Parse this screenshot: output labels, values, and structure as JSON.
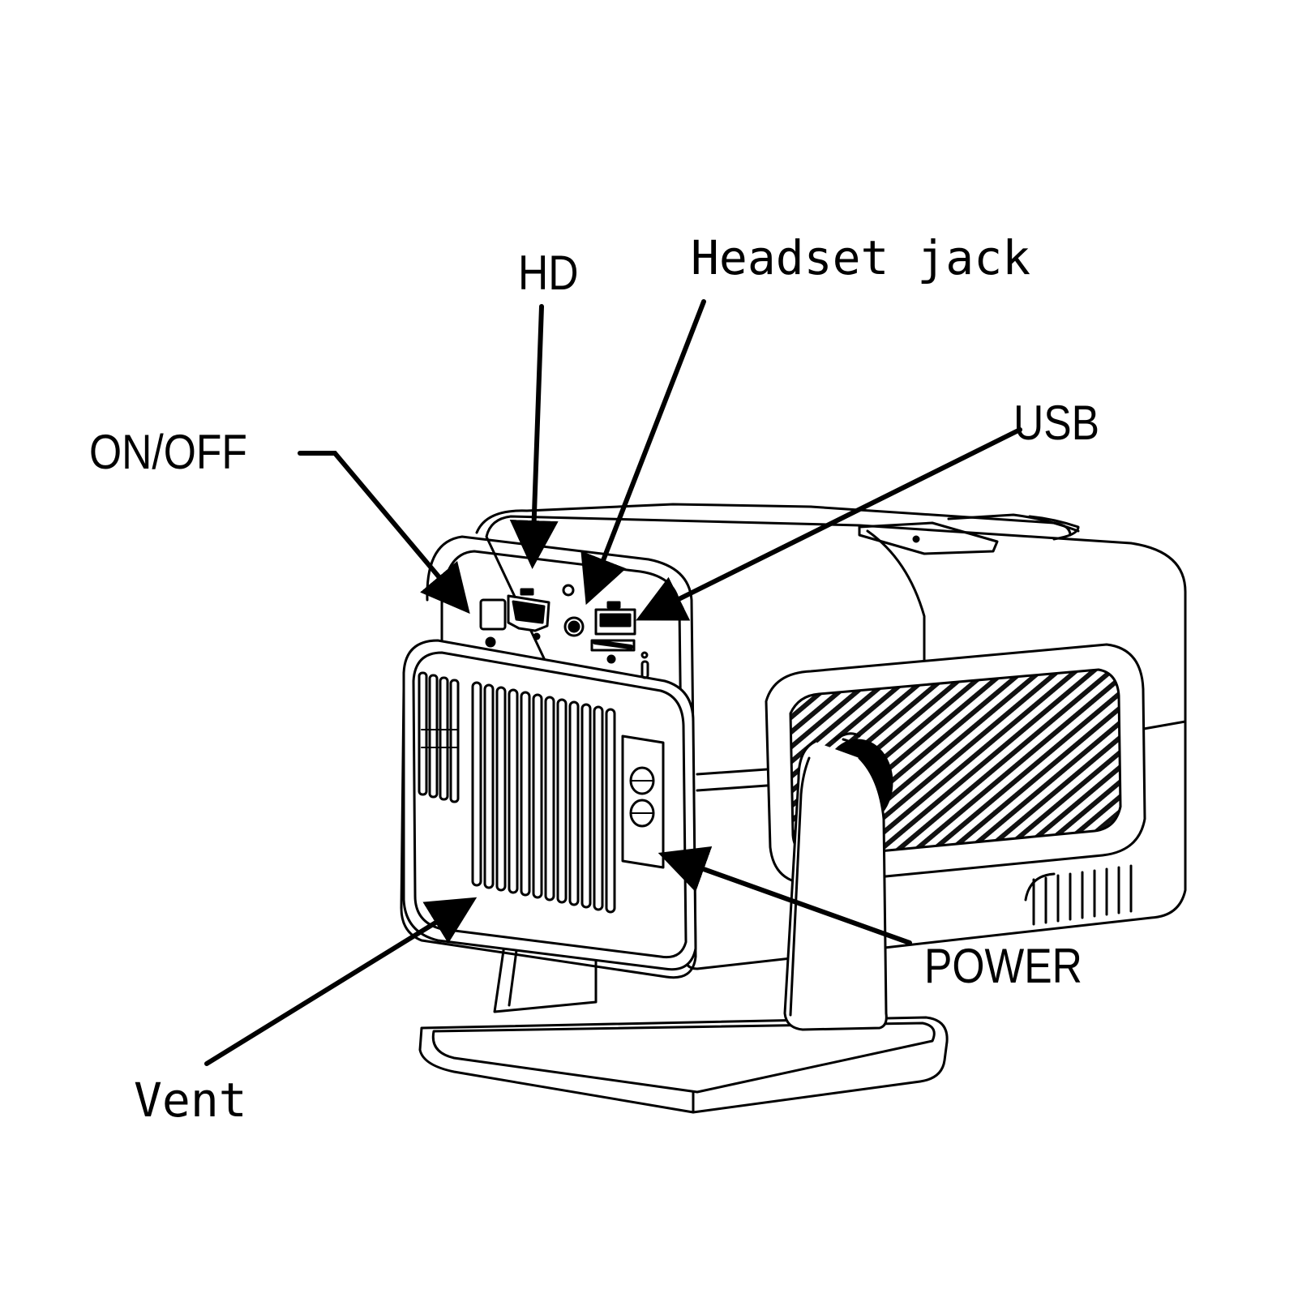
{
  "labels": {
    "hd": "HD",
    "headset_jack": "Headset jack",
    "usb": "USB",
    "on_off": "ON/OFF",
    "power": "POWER",
    "vent": "Vent"
  },
  "colors": {
    "line": "#000000",
    "background": "#ffffff"
  }
}
